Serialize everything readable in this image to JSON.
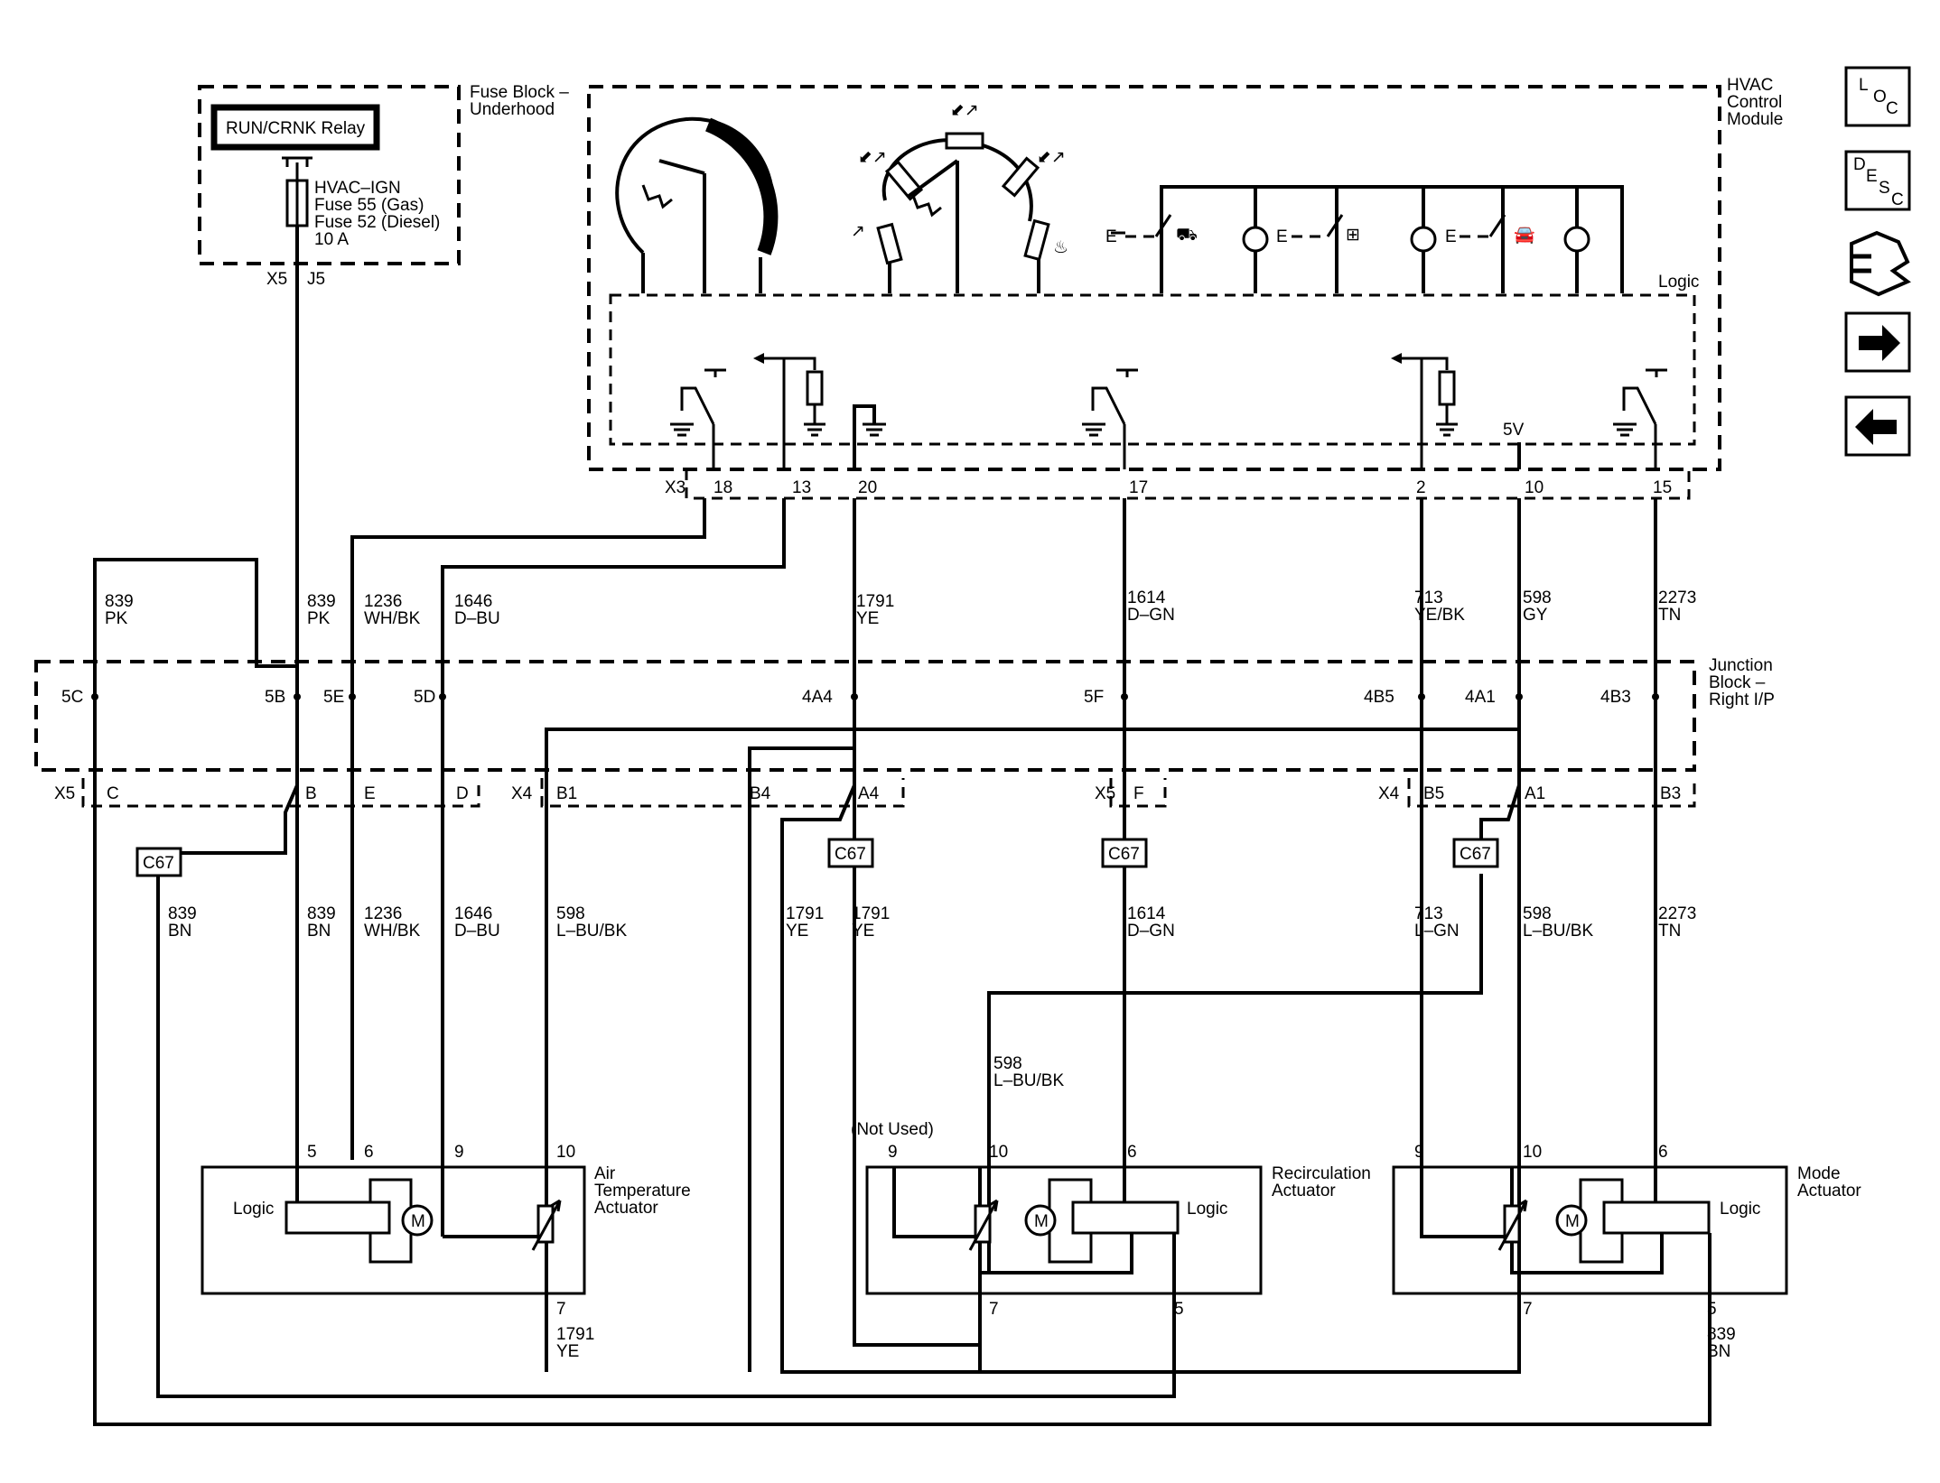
{
  "blocks": {
    "fuse_block": [
      "Fuse Block –",
      "Underhood"
    ],
    "relay": "RUN/CRNK Relay",
    "fuse_desc": [
      "HVAC–IGN",
      "Fuse 55 (Gas)",
      "Fuse 52 (Diesel)",
      "10 A"
    ],
    "hvac_module": [
      "HVAC",
      "Control",
      "Module"
    ],
    "logic": "Logic",
    "five_v": "5V",
    "junction_block": [
      "Junction",
      "Block –",
      "Right I/P"
    ],
    "not_used": "(Not Used)",
    "c67": "C67"
  },
  "connectors": {
    "fuse_x5": "X5",
    "fuse_j5": "J5",
    "x3": "X3",
    "x5": "X5",
    "x4": "X4",
    "x5b": "X5",
    "x4b": "X4"
  },
  "module_pins": [
    "18",
    "13",
    "20",
    "17",
    "2",
    "10",
    "15"
  ],
  "wires_upper": [
    [
      "839",
      "PK"
    ],
    [
      "839",
      "PK"
    ],
    [
      "1236",
      "WH/BK"
    ],
    [
      "1646",
      "D–BU"
    ],
    [
      "1791",
      "YE"
    ],
    [
      "1614",
      "D–GN"
    ],
    [
      "713",
      "YE/BK"
    ],
    [
      "598",
      "GY"
    ],
    [
      "2273",
      "TN"
    ]
  ],
  "jb_cavities": [
    "5C",
    "5B",
    "5E",
    "5D",
    "4A4",
    "5F",
    "4B5",
    "4A1",
    "4B3"
  ],
  "jb_terminals": [
    "C",
    "B",
    "E",
    "D",
    "B1",
    "B4",
    "A4",
    "F",
    "B5",
    "A1",
    "B3"
  ],
  "wires_lower": [
    [
      "839",
      "BN"
    ],
    [
      "839",
      "BN"
    ],
    [
      "1236",
      "WH/BK"
    ],
    [
      "1646",
      "D–BU"
    ],
    [
      "598",
      "L–BU/BK"
    ],
    [
      "1791",
      "YE"
    ],
    [
      "1791",
      "YE"
    ],
    [
      "1614",
      "D–GN"
    ],
    [
      "713",
      "L–GN"
    ],
    [
      "598",
      "L–BU/BK"
    ],
    [
      "2273",
      "TN"
    ]
  ],
  "wire_598_mid": [
    "598",
    "L–BU/BK"
  ],
  "wire_1791_bottom": [
    "1791",
    "YE"
  ],
  "wire_839_bottom": [
    "839",
    "BN"
  ],
  "actuators": {
    "air_temp": {
      "name": [
        "Air",
        "Temperature",
        "Actuator"
      ],
      "top_pins": [
        "5",
        "6",
        "9",
        "10"
      ],
      "bottom_pins": [
        "7"
      ]
    },
    "recirc": {
      "name": [
        "Recirculation",
        "Actuator"
      ],
      "top_pins": [
        "9",
        "10",
        "6"
      ],
      "bottom_pins": [
        "7",
        "5"
      ]
    },
    "mode": {
      "name": [
        "Mode",
        "Actuator"
      ],
      "top_pins": [
        "9",
        "10",
        "6"
      ],
      "bottom_pins": [
        "7",
        "5"
      ]
    }
  },
  "motor": "M",
  "nav": {
    "loc": [
      "L",
      "O",
      "C"
    ],
    "desc": [
      "D",
      "E",
      "S",
      "C"
    ]
  },
  "icons": [
    "loc-icon",
    "desc-icon",
    "connector-icon",
    "next-arrow-icon",
    "prev-arrow-icon"
  ]
}
